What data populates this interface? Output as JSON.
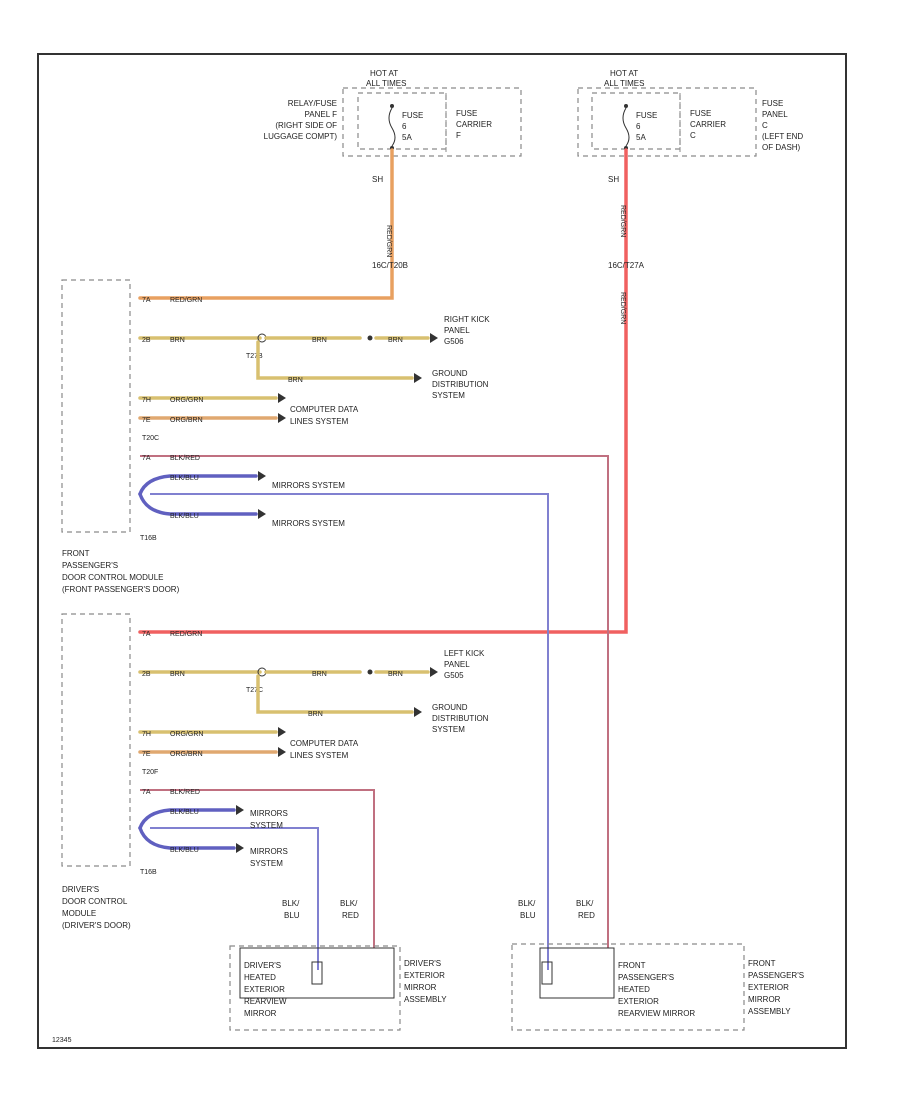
{
  "title": "",
  "hot_at": {
    "left": [
      "HOT AT",
      "ALL TIMES"
    ],
    "right": [
      "HOT AT",
      "ALL TIMES"
    ]
  },
  "fuse_left": {
    "location": [
      "RELAY/FUSE",
      "PANEL F",
      "(RIGHT SIDE OF",
      "LUGGAGE COMPT)"
    ],
    "fuse": [
      "FUSE",
      "6",
      "5A"
    ],
    "carrier": [
      "FUSE",
      "CARRIER",
      "F"
    ],
    "pin": "SH"
  },
  "fuse_right": {
    "fuse": [
      "FUSE",
      "6",
      "5A"
    ],
    "carrier": [
      "FUSE",
      "CARRIER",
      "C"
    ],
    "location": [
      "FUSE",
      "PANEL",
      "C",
      "(LEFT END",
      "OF DASH)"
    ],
    "pin": "SH"
  },
  "connectors": {
    "left_vertical": "RED/GRN",
    "left_mid": "16C/T20B",
    "right_vertical": "RED/GRN",
    "right_mid": "16C/T27A"
  },
  "passenger": {
    "module_label": [
      "FRONT",
      "PASSENGER'S",
      "DOOR CONTROL MODULE",
      "(FRONT PASSENGER'S DOOR)"
    ],
    "connectors": [
      "T20C",
      "T16B"
    ],
    "splice": "T27B",
    "wires": [
      {
        "pin": "7A",
        "color": "RED/GRN"
      },
      {
        "pin": "2B",
        "color": "BRN"
      },
      {
        "pin": "",
        "color": "BRN"
      },
      {
        "pin": "",
        "color": "BRN"
      },
      {
        "pin": "",
        "color": "BRN"
      },
      {
        "pin": "7H",
        "color": "ORG/GRN"
      },
      {
        "pin": "7E",
        "color": "ORG/BRN"
      },
      {
        "pin": "7A",
        "color": "BLK/RED"
      },
      {
        "pin": "",
        "color": "BLK/BLU"
      },
      {
        "pin": "",
        "color": "BLK/BLU"
      }
    ],
    "destinations": {
      "kick": [
        "RIGHT KICK",
        "PANEL",
        "G506"
      ],
      "ground": [
        "GROUND",
        "DISTRIBUTION",
        "SYSTEM"
      ],
      "data": [
        "COMPUTER DATA",
        "LINES SYSTEM"
      ],
      "mirror1": "MIRRORS SYSTEM",
      "mirror2": "MIRRORS SYSTEM"
    }
  },
  "driver": {
    "module_label": [
      "DRIVER'S",
      "DOOR CONTROL",
      "MODULE",
      "(DRIVER'S DOOR)"
    ],
    "connectors": [
      "T20F",
      "T16B"
    ],
    "splice": "T27C",
    "wires": [
      {
        "pin": "7A",
        "color": "RED/GRN"
      },
      {
        "pin": "2B",
        "color": "BRN"
      },
      {
        "pin": "",
        "color": "BRN"
      },
      {
        "pin": "",
        "color": "BRN"
      },
      {
        "pin": "",
        "color": "BRN"
      },
      {
        "pin": "7H",
        "color": "ORG/GRN"
      },
      {
        "pin": "7E",
        "color": "ORG/BRN"
      },
      {
        "pin": "7A",
        "color": "BLK/RED"
      },
      {
        "pin": "",
        "color": "BLK/BLU"
      },
      {
        "pin": "",
        "color": "BLK/BLU"
      }
    ],
    "destinations": {
      "kick": [
        "LEFT KICK",
        "PANEL",
        "G505"
      ],
      "ground": [
        "GROUND",
        "DISTRIBUTION",
        "SYSTEM"
      ],
      "data": [
        "COMPUTER DATA",
        "LINES SYSTEM"
      ],
      "mirror1": [
        "MIRRORS",
        "SYSTEM"
      ],
      "mirror2": [
        "MIRRORS",
        "SYSTEM"
      ]
    }
  },
  "bottom_wire_labels": {
    "driver_blu": [
      "BLK/",
      "BLU"
    ],
    "driver_red": [
      "BLK/",
      "RED"
    ],
    "pass_blu": [
      "BLK/",
      "BLU"
    ],
    "pass_red": [
      "BLK/",
      "RED"
    ]
  },
  "heaters": {
    "driver_element": [
      "DRIVER'S",
      "HEATED",
      "EXTERIOR",
      "REARVIEW",
      "MIRROR"
    ],
    "driver_assembly": [
      "DRIVER'S",
      "EXTERIOR",
      "MIRROR",
      "ASSEMBLY"
    ],
    "pass_element": [
      "FRONT",
      "PASSENGER'S",
      "HEATED",
      "EXTERIOR",
      "REARVIEW MIRROR"
    ],
    "pass_assembly": [
      "FRONT",
      "PASSENGER'S",
      "EXTERIOR",
      "MIRROR",
      "ASSEMBLY"
    ]
  },
  "footer_code": "12345",
  "colors": {
    "red_grn": "#f06060",
    "red_grn_left": "#e8a060",
    "brn": "#d8c070",
    "org_grn": "#d8c070",
    "org_brn": "#e0a870",
    "blk_red": "#c07080",
    "blk_blu": "#6060c0",
    "blu_thin": "#8080d0",
    "red_thin": "#d06070"
  }
}
